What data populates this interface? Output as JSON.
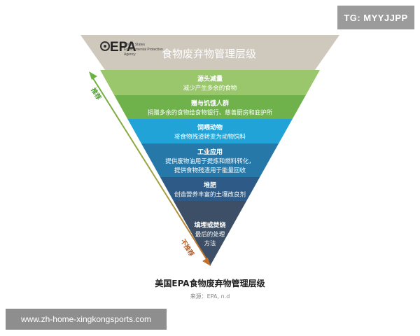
{
  "watermark": {
    "text": "TG: MYYJJPP"
  },
  "footer_url": {
    "text": "www.zh-home-xingkongsports.com"
  },
  "logo": {
    "text": "EPA",
    "agency_lines": [
      "United States",
      "Environmental Protection",
      "Agency"
    ]
  },
  "pyramid": {
    "title": "食物废弃物管理层级",
    "tiers": [
      {
        "heading": "源头减量",
        "lines": [
          "减少产生多余的食物"
        ],
        "color": "#9bc76c"
      },
      {
        "heading": "赠与饥饿人群",
        "lines": [
          "捐赠多余的食物给食物银行、慈善厨房和庇护所"
        ],
        "color": "#6fb14b"
      },
      {
        "heading": "饲喂动物",
        "lines": [
          "将食物残渣转变为动物饲料"
        ],
        "color": "#21a3d7"
      },
      {
        "heading": "工业应用",
        "lines": [
          "提供废物油用于提炼和燃料转化，",
          "提供食物残渣用于能量回收"
        ],
        "color": "#2678a8"
      },
      {
        "heading": "堆肥",
        "lines": [
          "创造营养丰富的土壤改良剂"
        ],
        "color": "#2d5a86"
      },
      {
        "heading": "填埋或焚烧",
        "lines": [
          "最后的处理",
          "方法"
        ],
        "color": "#3c4f66"
      }
    ]
  },
  "arrow": {
    "top_label": "推荐",
    "bottom_label": "不推荐"
  },
  "caption": {
    "text": "美国EPA食物废弃物管理层级"
  },
  "source": {
    "text": "来源：EPA, n.d"
  }
}
